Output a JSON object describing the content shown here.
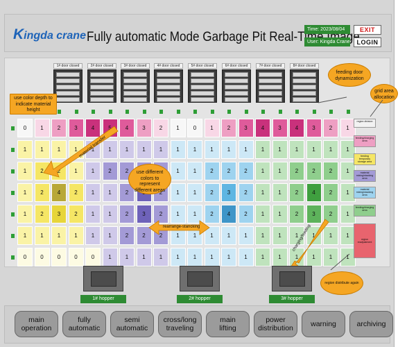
{
  "header": {
    "logo_k": "K",
    "logo_rest": "ingda crane",
    "title": "Fully automatic Mode Garbage Pit Real-Time Image",
    "date": "Time: 2023/08/04",
    "user": "User: Kingda Crane",
    "exit_label": "EXIT",
    "login_label": "LOGIN"
  },
  "doors": [
    "1# door closed",
    "2# door closed",
    "3# door closed",
    "4# door closed",
    "5# door closed",
    "6# door closed",
    "7# door closed",
    "8# door closed"
  ],
  "grid": {
    "rows": [
      [
        "0",
        "1",
        "2",
        "3",
        "4",
        "5",
        "4",
        "3",
        "2",
        "1",
        "0",
        "1",
        "2",
        "3",
        "4",
        "3",
        "4",
        "3",
        "2",
        "1"
      ],
      [
        "1",
        "1",
        "1",
        "1",
        "1",
        "1",
        "1",
        "1",
        "1",
        "1",
        "1",
        "1",
        "1",
        "1",
        "1",
        "1",
        "1",
        "1",
        "1",
        "1"
      ],
      [
        "1",
        "2",
        "2",
        "1",
        "1",
        "2",
        "2",
        "2",
        "2",
        "1",
        "1",
        "2",
        "2",
        "2",
        "1",
        "1",
        "2",
        "2",
        "2",
        "1"
      ],
      [
        "1",
        "2",
        "4",
        "2",
        "1",
        "1",
        "2",
        "3",
        "2",
        "1",
        "1",
        "2",
        "3",
        "2",
        "1",
        "1",
        "2",
        "4",
        "2",
        "1"
      ],
      [
        "1",
        "2",
        "3",
        "2",
        "1",
        "1",
        "2",
        "3",
        "2",
        "1",
        "1",
        "2",
        "4",
        "2",
        "1",
        "1",
        "2",
        "3",
        "2",
        "1"
      ],
      [
        "1",
        "1",
        "1",
        "1",
        "1",
        "1",
        "2",
        "2",
        "2",
        "1",
        "1",
        "1",
        "1",
        "1",
        "1",
        "1",
        "1",
        "1",
        "1",
        "1"
      ],
      [
        "0",
        "0",
        "0",
        "0",
        "0",
        "1",
        "1",
        "1",
        "1",
        "1",
        "1",
        "1",
        "1",
        "1",
        "1",
        "1",
        "1",
        "1",
        "1",
        "1"
      ]
    ],
    "colors": [
      [
        "#f7f7f7",
        "#f8d7e6",
        "#ee9fc3",
        "#df5b9b",
        "#c9317c",
        "#c9317c",
        "#df5b9b",
        "#ee9fc3",
        "#f8d7e6",
        "#f7f7f7",
        "#f7f7f7",
        "#f8d7e6",
        "#ee9fc3",
        "#df5b9b",
        "#c9317c",
        "#df5b9b",
        "#c9317c",
        "#df5b9b",
        "#ee9fc3",
        "#f8d7e6"
      ],
      [
        "#faf3a6",
        "#faf3a6",
        "#faf3a6",
        "#faf3a6",
        "#cfc9e9",
        "#cfc9e9",
        "#cfc9e9",
        "#cfc9e9",
        "#cfc9e9",
        "#cde8f6",
        "#cde8f6",
        "#cde8f6",
        "#cde8f6",
        "#cde8f6",
        "#bfe3bd",
        "#bfe3bd",
        "#bfe3bd",
        "#bfe3bd",
        "#bfe3bd",
        "#bfe3bd"
      ],
      [
        "#faf3a6",
        "#f5e665",
        "#f5e665",
        "#faf3a6",
        "#cfc9e9",
        "#a39ad6",
        "#a39ad6",
        "#a39ad6",
        "#a39ad6",
        "#cde8f6",
        "#cde8f6",
        "#9ed3ef",
        "#9ed3ef",
        "#9ed3ef",
        "#bfe3bd",
        "#bfe3bd",
        "#8fce8d",
        "#8fce8d",
        "#8fce8d",
        "#bfe3bd"
      ],
      [
        "#faf3a6",
        "#f5e665",
        "#b8a838",
        "#f5e665",
        "#cfc9e9",
        "#cfc9e9",
        "#a39ad6",
        "#6e62b9",
        "#a39ad6",
        "#cde8f6",
        "#cde8f6",
        "#9ed3ef",
        "#5fb6e2",
        "#9ed3ef",
        "#bfe3bd",
        "#bfe3bd",
        "#8fce8d",
        "#3f9f3f",
        "#8fce8d",
        "#bfe3bd"
      ],
      [
        "#faf3a6",
        "#f5e665",
        "#e7d53a",
        "#f5e665",
        "#cfc9e9",
        "#cfc9e9",
        "#a39ad6",
        "#6e62b9",
        "#a39ad6",
        "#cde8f6",
        "#cde8f6",
        "#9ed3ef",
        "#3f95c8",
        "#9ed3ef",
        "#bfe3bd",
        "#bfe3bd",
        "#8fce8d",
        "#5db25b",
        "#8fce8d",
        "#bfe3bd"
      ],
      [
        "#faf3a6",
        "#faf3a6",
        "#faf3a6",
        "#faf3a6",
        "#cfc9e9",
        "#cfc9e9",
        "#a39ad6",
        "#a39ad6",
        "#a39ad6",
        "#cde8f6",
        "#cde8f6",
        "#cde8f6",
        "#cde8f6",
        "#cde8f6",
        "#bfe3bd",
        "#bfe3bd",
        "#bfe3bd",
        "#bfe3bd",
        "#bfe3bd",
        "#bfe3bd"
      ],
      [
        "#fdfbe3",
        "#fdfbe3",
        "#fdfbe3",
        "#fdfbe3",
        "#fdfbe3",
        "#cfc9e9",
        "#cfc9e9",
        "#cfc9e9",
        "#cfc9e9",
        "#cde8f6",
        "#cde8f6",
        "#cde8f6",
        "#cde8f6",
        "#cde8f6",
        "#bfe3bd",
        "#bfe3bd",
        "#bfe3bd",
        "#bfe3bd",
        "#bfe3bd",
        "#bfe3bd"
      ]
    ]
  },
  "legend": [
    {
      "label": "region division",
      "color": "#f2f2f2"
    },
    {
      "label": "feeding/charging area",
      "color": "#ee9fc3"
    },
    {
      "label": "feeding temporary storage area",
      "color": "#f5e665"
    },
    {
      "label": "material mixing/stacking area",
      "color": "#a39ad6"
    },
    {
      "label": "material mixing/stacking area",
      "color": "#9ed3ef"
    },
    {
      "label": "feeding/charging area",
      "color": "#8fce8d"
    },
    {
      "label": "region readjustment",
      "color": "#e8646e"
    }
  ],
  "callouts": {
    "feeding_door": "feeding door dynamization",
    "grid_area": "grid area allocation",
    "color_depth": "use color depth to indicate material height",
    "different_colors": "use different colors to represent different areas",
    "region_distribute": "region distribute again",
    "material_transfer": "material transfer",
    "rearrange": "rearrange-stancking",
    "charging": "charging/feeding"
  },
  "hoppers": [
    "1# hopper",
    "2# hopper",
    "3# hopper"
  ],
  "nav": [
    [
      "main",
      "operation"
    ],
    [
      "fully",
      "automatic"
    ],
    [
      "semi",
      "automatic"
    ],
    [
      "cross/long",
      "traveling"
    ],
    [
      "main",
      "lifting"
    ],
    [
      "power",
      "distribution"
    ],
    [
      "warning"
    ],
    [
      "archiving"
    ]
  ]
}
